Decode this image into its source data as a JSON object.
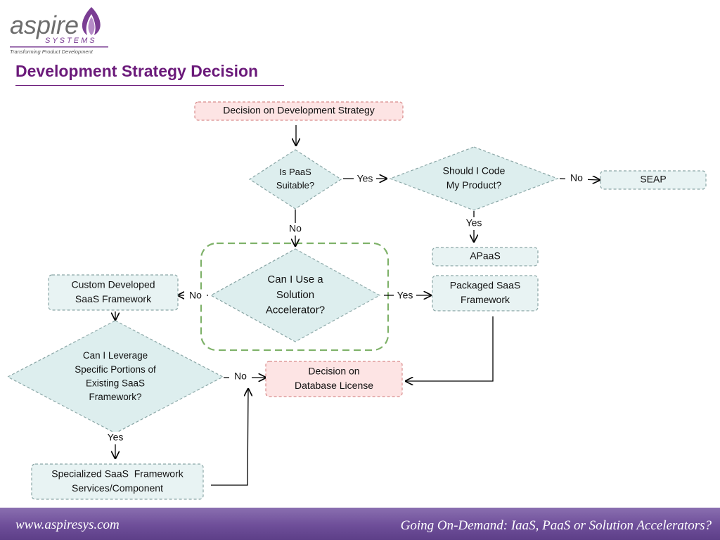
{
  "brand": {
    "name": "aspire",
    "sub": "SYSTEMS",
    "tagline": "Transforming Product Development"
  },
  "title": "Development Strategy Decision",
  "footer": {
    "url": "www.aspiresys.com",
    "tagline": "Going On-Demand: IaaS, PaaS or Solution Accelerators?"
  },
  "colors": {
    "title": "#6b1a7a",
    "decision_fill": "#ddeeee",
    "process_fill": "#e8f3f3",
    "highlight_fill": "#fde4e4",
    "border": "#8aa6a6",
    "highlight_border": "#d98c8c",
    "group_border": "#7fb26a"
  },
  "nodes": [
    {
      "id": "start",
      "shape": "rect",
      "style": "highlight",
      "lines": [
        "Decision on Development Strategy"
      ]
    },
    {
      "id": "paas",
      "shape": "diamond",
      "lines": [
        "Is PaaS",
        "Suitable?"
      ]
    },
    {
      "id": "code",
      "shape": "diamond",
      "lines": [
        "Should I Code",
        "My Product?"
      ]
    },
    {
      "id": "seap",
      "shape": "rect",
      "lines": [
        "SEAP"
      ]
    },
    {
      "id": "apaas",
      "shape": "rect",
      "lines": [
        "APaaS"
      ]
    },
    {
      "id": "accel",
      "shape": "diamond",
      "lines": [
        "Can I Use a",
        "Solution",
        "Accelerator?"
      ]
    },
    {
      "id": "custom",
      "shape": "rect",
      "lines": [
        "Custom Developed",
        "SaaS Framework"
      ]
    },
    {
      "id": "packaged",
      "shape": "rect",
      "lines": [
        "Packaged SaaS",
        "Framework"
      ]
    },
    {
      "id": "leverage",
      "shape": "diamond",
      "lines": [
        "Can I Leverage",
        "Specific Portions of",
        "Existing SaaS",
        "Framework?"
      ]
    },
    {
      "id": "dblicense",
      "shape": "rect",
      "style": "highlight",
      "lines": [
        "Decision on",
        "Database License"
      ]
    },
    {
      "id": "specialized",
      "shape": "rect",
      "lines": [
        "Specialized SaaS  Framework",
        "Services/Component"
      ]
    }
  ],
  "edges": [
    {
      "from": "start",
      "to": "paas",
      "label": ""
    },
    {
      "from": "paas",
      "to": "code",
      "label": "Yes"
    },
    {
      "from": "code",
      "to": "seap",
      "label": "No"
    },
    {
      "from": "code",
      "to": "apaas",
      "label": "Yes"
    },
    {
      "from": "paas",
      "to": "accel",
      "label": "No"
    },
    {
      "from": "accel",
      "to": "custom",
      "label": "No"
    },
    {
      "from": "accel",
      "to": "packaged",
      "label": "Yes"
    },
    {
      "from": "custom",
      "to": "leverage",
      "label": ""
    },
    {
      "from": "leverage",
      "to": "dblicense",
      "label": "No"
    },
    {
      "from": "leverage",
      "to": "specialized",
      "label": "Yes"
    },
    {
      "from": "packaged",
      "to": "dblicense",
      "label": ""
    },
    {
      "from": "specialized",
      "to": "dblicense",
      "label": ""
    }
  ]
}
